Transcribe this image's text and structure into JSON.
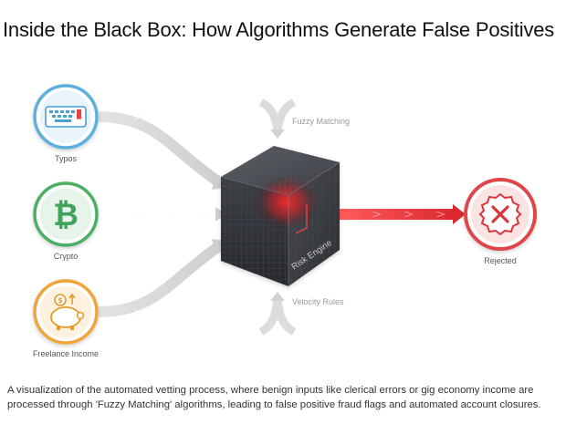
{
  "title": "Inside the Black Box: How Algorithms Generate False Positives",
  "inputs": [
    {
      "label": "Typos",
      "icon": "keyboard-icon",
      "color": "#5db0de"
    },
    {
      "label": "Crypto",
      "icon": "bitcoin-icon",
      "color": "#4bb063"
    },
    {
      "label": "Freelance Income",
      "icon": "piggy-bank-icon",
      "color": "#f0a43a"
    }
  ],
  "engine": {
    "label": "Risk Engine",
    "icon": "black-box-cube-icon"
  },
  "modifiers": {
    "top": "Fuzzy Matching",
    "bottom": "Velocity Rules"
  },
  "output": {
    "label": "Rejected",
    "icon": "x-badge-icon",
    "color": "#e0454a"
  },
  "caption": "A visualization of the automated vetting process, where benign inputs like clerical errors or gig economy income are processed through 'Fuzzy Matching' algorithms, leading to false positive fraud flags and automated account closures."
}
